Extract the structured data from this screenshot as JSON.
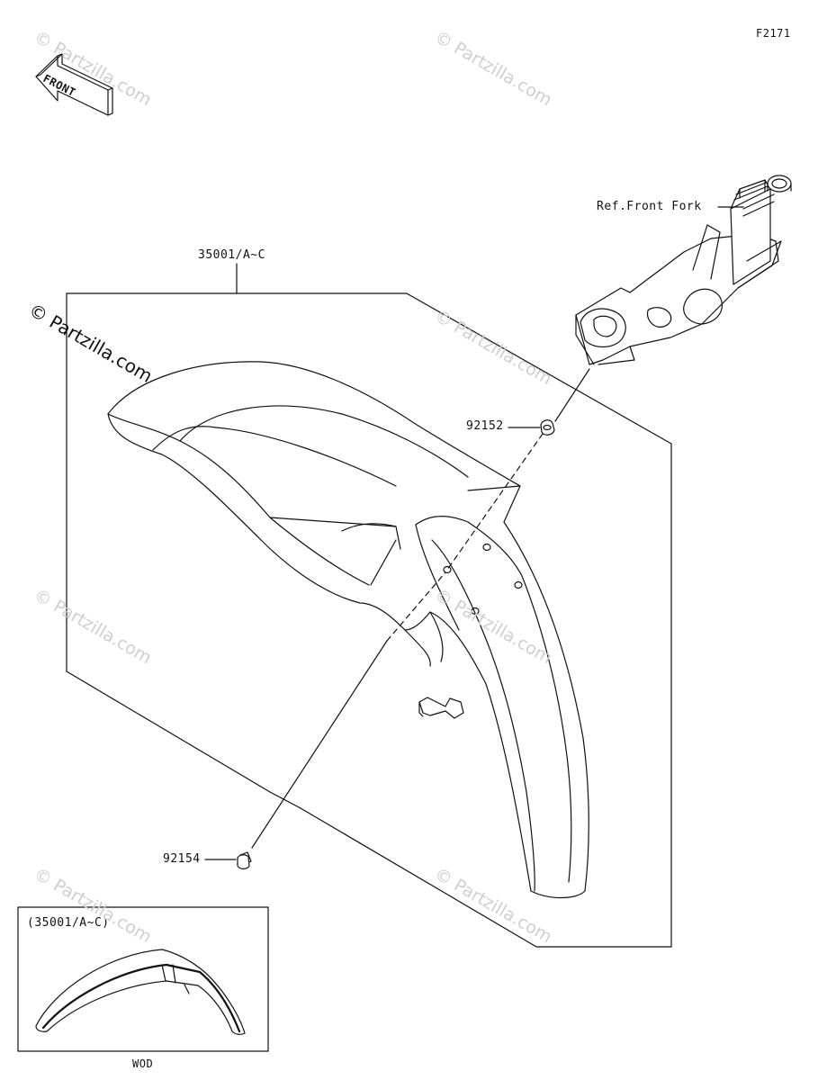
{
  "figure_code": "F2171",
  "front_arrow": {
    "label": "FRONT",
    "icon": "front-direction-arrow-icon"
  },
  "labels": {
    "ref_front_fork": "Ref.Front Fork",
    "fender_assembly": "35001/A~C",
    "part_92152": "92152",
    "part_92154": "92154"
  },
  "inset": {
    "title": "(35001/A~C)",
    "caption": "WOD"
  },
  "watermark": {
    "text": "© Partzilla.com"
  }
}
